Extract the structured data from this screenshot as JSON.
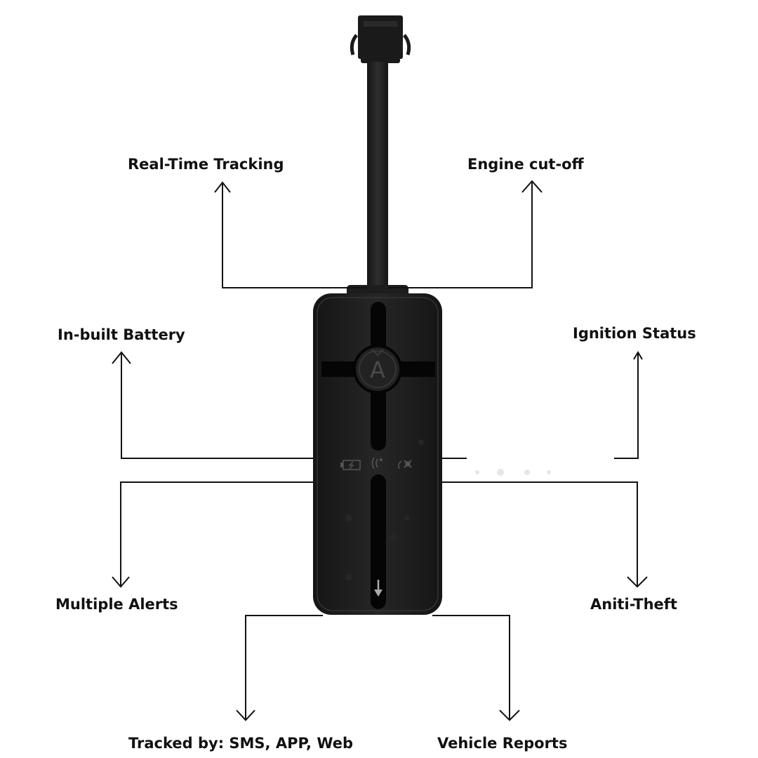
{
  "features": {
    "real_time_tracking": "Real-Time Tracking",
    "engine_cut_off": "Engine cut-off",
    "in_built_battery": "In-built Battery",
    "ignition_status": "Ignition Status",
    "multiple_alerts": "Multiple Alerts",
    "aniti_theft": "Aniti-Theft",
    "tracked_by": "Tracked by: SMS, APP, Web",
    "vehicle_reports": "Vehicle Reports"
  },
  "device": {
    "logo_letter": "A",
    "body_color": "#1f1f1f",
    "stripe_color": "#050505"
  },
  "colors": {
    "line": "#111111",
    "text": "#111111",
    "background": "#ffffff"
  },
  "icons": [
    "battery-icon",
    "signal-icon",
    "satellite-icon",
    "down-arrow-icon"
  ]
}
